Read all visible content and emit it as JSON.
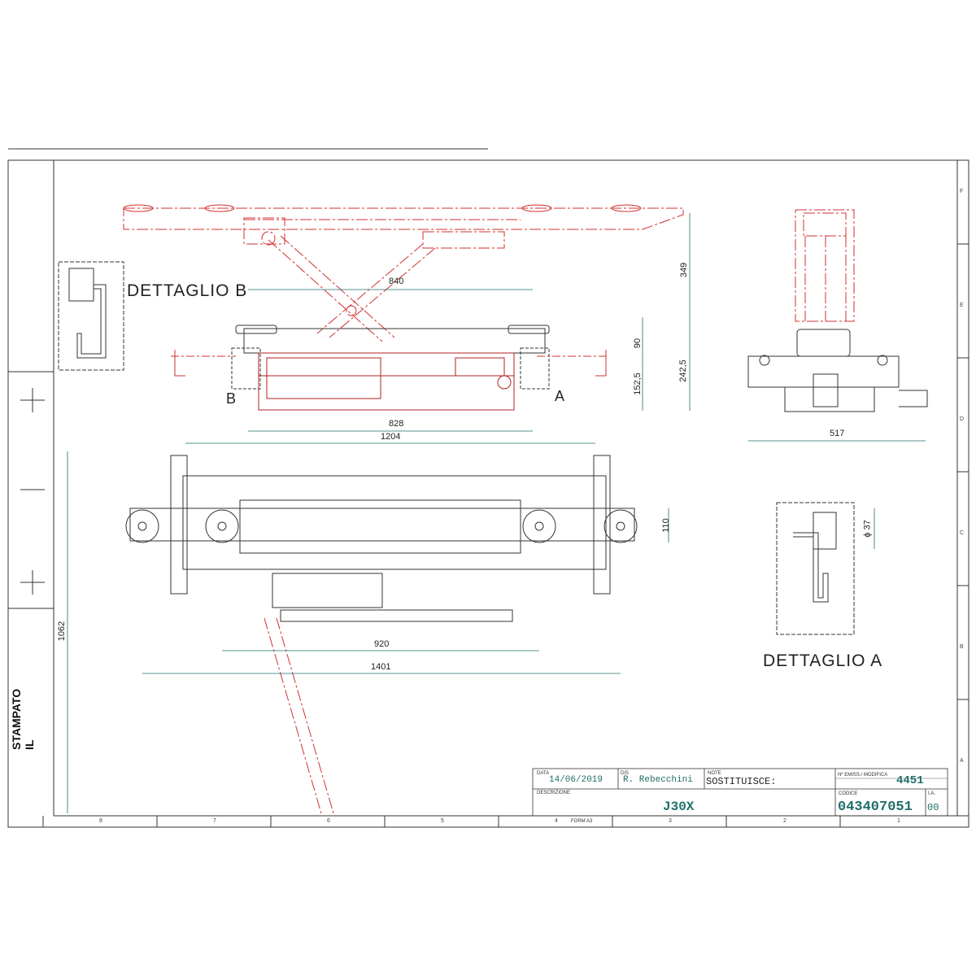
{
  "drawing": {
    "dimensions": {
      "d840": "840",
      "d828": "828",
      "d1204": "1204",
      "d349": "349",
      "d90": "90",
      "d2425": "242,5",
      "d1525": "152,5",
      "d517": "517",
      "d110": "110",
      "d37": "ϕ 37",
      "d920": "920",
      "d1401": "1401",
      "d1062": "1062"
    },
    "details": {
      "detail_b": "DETTAGLIO B",
      "detail_a": "DETTAGLIO A",
      "marker_a": "A",
      "marker_b": "B"
    },
    "side_label": "STAMPATO IL",
    "colors": {
      "red": "#d23030",
      "teal": "#1f6f6a",
      "line": "#333333"
    }
  },
  "title_block": {
    "data_label": "DATA",
    "data_value": "14/06/2019",
    "dis_label": "DIS",
    "dis_value": "R. Rebecchini",
    "note_label": "NOTE",
    "note_value": "SOSTITUISCE:",
    "emiss_label": "Nº EMISS./ MODIFICA",
    "emiss_value": "4451",
    "desc_label": "DESCRIZIONE",
    "desc_value": "J30X",
    "codice_label": "CODICE",
    "codice_value": "043407051",
    "ia_label": "I.A.",
    "ia_value": "00",
    "form": "FORM A3"
  },
  "grid": {
    "columns": [
      "8",
      "7",
      "6",
      "5",
      "4",
      "3",
      "2",
      "1"
    ],
    "rows": [
      "F",
      "E",
      "D",
      "C",
      "B",
      "A"
    ]
  }
}
